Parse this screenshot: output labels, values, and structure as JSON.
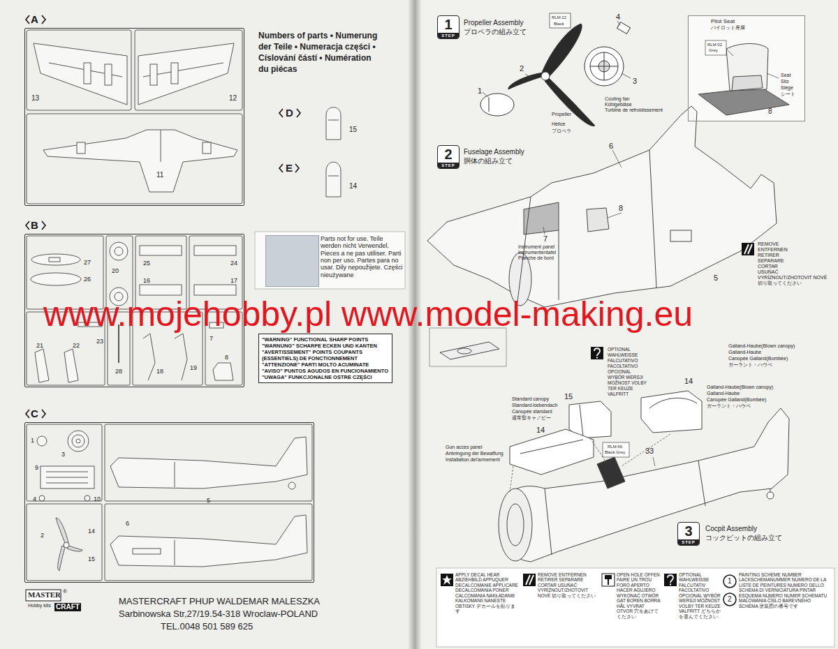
{
  "diagram": {
    "nodes": [
      {
        "text": [
          "A"
        ]
      },
      {
        "text": [
          "B"
        ]
      },
      {
        "text": [
          "C"
        ]
      },
      {
        "text": [
          "\"WARNING\" FUNCTIONAL SHARP POINTS",
          "\"WARNUNG\" SCHARFE ECKEN UND KANTEN",
          "\"AVERTISSEMENT\" POINTS COUPANTS (ESSENTIELS) DE FONCTIONNEMENT",
          "\"ATTENZIONE\" PARTI MOLTO ACUMINATE",
          "\"AVISO\" PUNTOS AGUDOS EN FUNCIONAMIENTO",
          "\"UWAGA\" FUNKCJONALNE OSTRE CZĘŚCI"
        ]
      },
      {
        "text": [
          "1",
          "STEP"
        ]
      },
      {
        "text": [
          "2",
          "STEP"
        ]
      },
      {
        "text": [
          "3",
          "STEP"
        ]
      },
      {
        "text": [
          "Pilot Seat",
          "パイロット座席"
        ]
      }
    ],
    "labels": [
      "Numbers of parts • Numerung",
      "der Teile • Numeracja części •",
      "Císlování částí • Numération",
      "du piécas",
      "13",
      "12",
      "11",
      "D",
      "15",
      "E",
      "14",
      "27",
      "20",
      "25",
      "24",
      "26",
      "16",
      "17",
      "23",
      "21",
      "22",
      "7",
      "28",
      "18",
      "19",
      "8",
      "1",
      "3",
      "9",
      "4",
      "10",
      "5",
      "2",
      "14",
      "15",
      "6",
      "MASTER",
      "®",
      "Hobby kits",
      "CRAFT",
      "MASTERCRAFT PHUP WALDEMAR MALESZKA",
      "Sarbinowska Str,27/19.54-318 Wroclaw-POLAND",
      "TEL.0048 501 589 625",
      "www.mojehobby.pl www.model-making.eu",
      "Propeller Assembly",
      "プロペラの組み立て",
      "RLM 22",
      "Black",
      "4",
      "2",
      "3",
      "1",
      "Cooling fan",
      "Kühlgebläse",
      "Turbine de refroidissement",
      "Propeller",
      "Hélice",
      "プロペラ",
      "RLM 02",
      "Grey",
      "Seat",
      "Sitz",
      "Siège",
      "シート",
      "8",
      "Fuselage Assembly",
      "胴体の組み立て",
      "6",
      "8",
      "7",
      "Instrument panel",
      "Instrumententafel",
      "Planche de bord",
      "5",
      "REMOVE",
      "ENTFERNEN",
      "RETIRER",
      "SEPARARE",
      "CORTAR",
      "USUŃAĆ",
      "VYRÍZNOUT/ZHOTOVIT NOVÉ",
      "切り取ってください",
      "OPTIONAL",
      "WAHLWEISSE",
      "FALCUTATIVO",
      "FACOLTATIVO",
      "OPCIONAL",
      "WYBÓR WERSJI",
      "MOŽNOST VOLBY",
      "TER KEUZE",
      "VALFRITT",
      "Galland-Haube(Blown canopy)",
      "Galland-Haube",
      "Canopée Galland(Bombée)",
      "ガーラント・ハウベ",
      "14",
      "Galland-Haube(Blown canopy)",
      "Galland-Haube",
      "Canopée Galland(Bombée)",
      "ガーラント・ハウベ",
      "Standard canopy",
      "Standard-bebendach",
      "Canopée standard",
      "通常型キャノピー",
      "15",
      "14",
      "RLM 66",
      "Black Grey",
      "33",
      "Gun acces panel",
      "Anbringung der Bewaffung",
      "Installation del'armement",
      "Cocpit Assembly",
      "コックピットの組み立て",
      "1",
      "2"
    ],
    "legend": [
      {
        "text": "Parts not for use. Teile werden nicht Verwendel. Pieces a ne pas utiliser. Parti non per uso. Partes para no usar. Dily nepoužijete. Części nieużywane",
        "color": "#c9d0d8"
      },
      {
        "text": "APPLY DECAL HEAR ABZIEHBILD APPUQUER DECALCOMANIE APPLICARE DECALCOMANIA PONER CALCOMANIA NAKŁADANIE KALKOMANII NANESTE OBTISKY デカールを貼ります"
      },
      {
        "text": "REMOVE ENTFERNEN RETIRER SEPARARE CORTAR USUŃAĆ VYRÍZNOUT/ZHOTOVIT NOVÉ 切り取ってください"
      },
      {
        "text": "OPEN HOLE OFFEN FAIRE UN TROU FORO APERTO HACER AGUJERO WYKONAĆ OTWÓR GAT BOREN BORRA HÅL VYVRAT OTVOR 穴をあけてください"
      },
      {
        "text": "OPTIONAL WAHLWEISSE FALCUTATIV FACOLTATIVO OPCIONAL WYBÓR WERSJI MOŽNOST VOLBY TER KEUZE VALFRITT どちらかを選んでください"
      },
      {
        "text": "PAINTING SCHEME NUMBER LACKSCHEMANUMMER NUMERO DE LA LISTE DE PEINTURES NUMERO DELLO SCHEMA DI VERNICIATURA PINTAR ESQUEMA NUMERO NUMER SCHEMATU MALOWANIA ČÍSLO BAREVNÉHO SCHÉMA 塗装図の番号です"
      }
    ]
  }
}
